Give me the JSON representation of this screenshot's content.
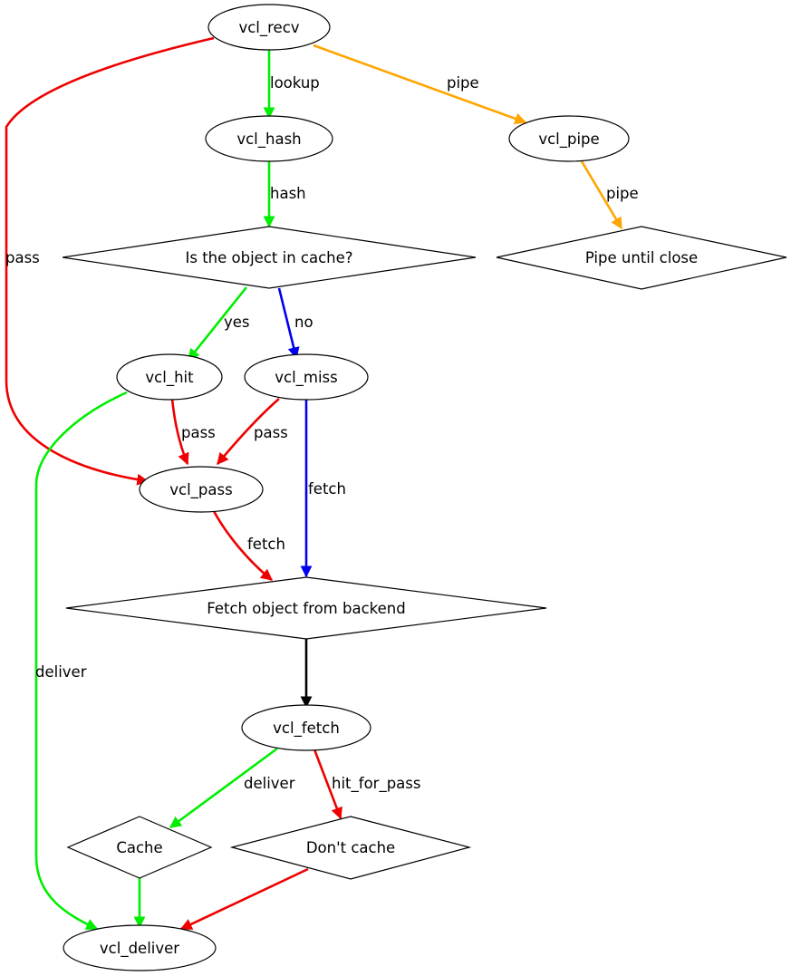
{
  "nodes": {
    "vcl_recv": "vcl_recv",
    "vcl_hash": "vcl_hash",
    "vcl_pipe": "vcl_pipe",
    "in_cache": "Is the object in cache?",
    "pipe_until_close": "Pipe until close",
    "vcl_hit": "vcl_hit",
    "vcl_miss": "vcl_miss",
    "vcl_pass": "vcl_pass",
    "fetch_backend": "Fetch object from backend",
    "vcl_fetch": "vcl_fetch",
    "cache": "Cache",
    "dont_cache": "Don't cache",
    "vcl_deliver": "vcl_deliver"
  },
  "edges": {
    "recv_hash": "lookup",
    "recv_pipe": "pipe",
    "recv_pass": "pass",
    "hash_cache": "hash",
    "pipe_close": "pipe",
    "cache_hit": "yes",
    "cache_miss": "no",
    "hit_pass": "pass",
    "miss_pass": "pass",
    "hit_deliver": "deliver",
    "miss_fetch": "fetch",
    "pass_fetch": "fetch",
    "fetch_deliver": "deliver",
    "fetch_hitforpass": "hit_for_pass"
  },
  "colors": {
    "green": "#00ee00",
    "red": "#ee0000",
    "blue": "#0000ee",
    "orange": "#ffa500",
    "black": "#000000"
  }
}
